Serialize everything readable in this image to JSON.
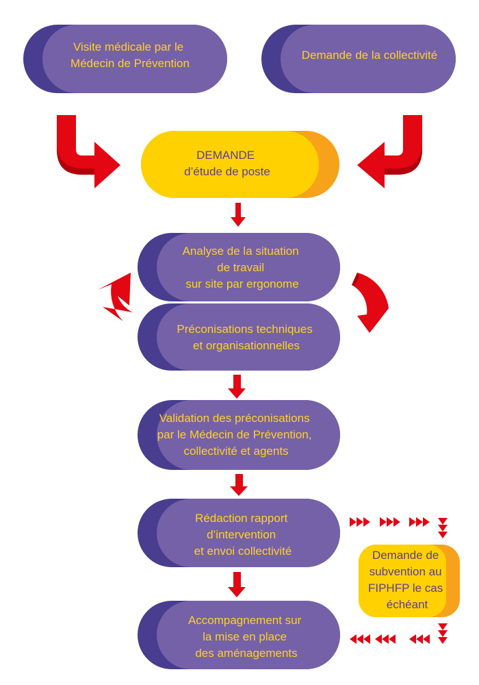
{
  "colors": {
    "purple_main": "#7561A8",
    "purple_dark": "#483D8E",
    "yellow_main": "#FFD100",
    "orange": "#F7A21B",
    "text_on_purple": "#FFD21F",
    "text_on_yellow": "#5B3F98",
    "arrow_red": "#E30613"
  },
  "nodes": {
    "visite": {
      "lines": [
        "Visite médicale par le",
        "Médecin de Prévention"
      ]
    },
    "demande_collectivite": {
      "lines": [
        "Demande de la collectivité"
      ]
    },
    "demande_etude": {
      "lines": [
        "DEMANDE",
        "d’étude de poste"
      ]
    },
    "analyse": {
      "lines": [
        "Analyse de la situation",
        "de travail",
        "sur site par ergonome"
      ]
    },
    "preconisations": {
      "lines": [
        "Préconisations techniques",
        "et organisationnelles"
      ]
    },
    "validation": {
      "lines": [
        "Validation des préconisations",
        "par le Médecin de Prévention,",
        "collectivité et agents"
      ]
    },
    "redaction": {
      "lines": [
        "Rédaction rapport",
        "d’intervention",
        "et envoi collectivité"
      ]
    },
    "accompagnement": {
      "lines": [
        "Accompagnement sur",
        "la mise en place",
        "des aménagements"
      ]
    },
    "subvention": {
      "lines": [
        "Demande de",
        "subvention au",
        "FIPHFP le cas",
        "échéant"
      ]
    }
  },
  "icons": {
    "elbow_arrows": "curved-down-then-right-arrow-icon",
    "cycle_arrows": "circular-cycle-arrow-icon",
    "triple_chevrons": "triple-chevron-arrow-icon"
  }
}
